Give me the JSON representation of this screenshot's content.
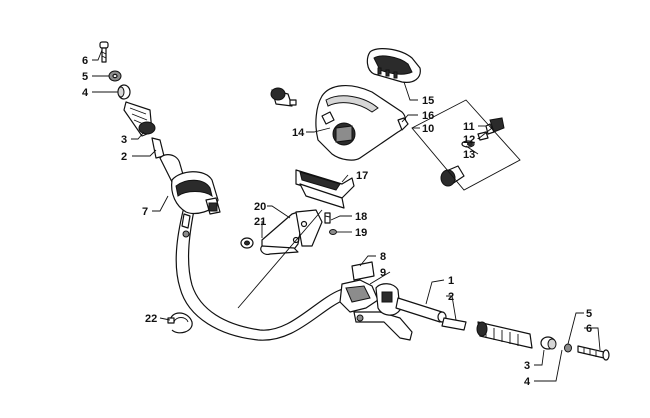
{
  "callouts": {
    "c1": "1",
    "c2": "2",
    "c2b": "2",
    "c3": "3",
    "c3b": "3",
    "c4": "4",
    "c4b": "4",
    "c5": "5",
    "c5b": "5",
    "c6": "6",
    "c6b": "6",
    "c7": "7",
    "c8": "8",
    "c9": "9",
    "c10": "10",
    "c11": "11",
    "c12": "12",
    "c13": "13",
    "c14": "14",
    "c15": "15",
    "c16": "16",
    "c17": "17",
    "c18": "18",
    "c19": "19",
    "c20": "20",
    "c21": "21",
    "c22": "22"
  }
}
